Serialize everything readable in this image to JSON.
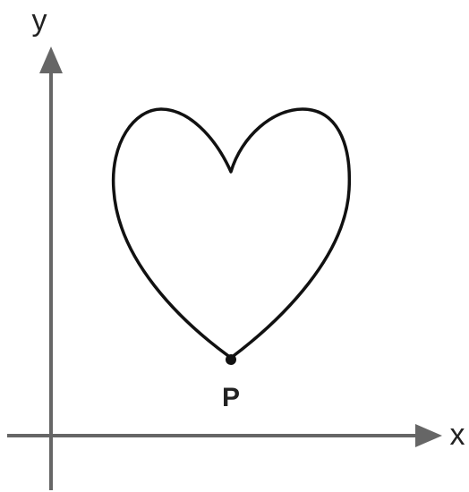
{
  "axes": {
    "x_label": "x",
    "y_label": "y"
  },
  "point": {
    "label": "P"
  },
  "colors": {
    "axis": "#666666",
    "curve": "#111111",
    "text": "#222222",
    "background": "#ffffff"
  }
}
